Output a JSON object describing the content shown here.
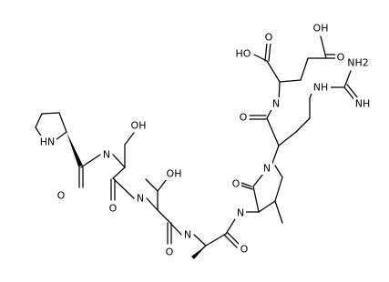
{
  "structure": {
    "atom_labels": {
      "pyrrolidine_nh": "HN",
      "pro_carbonyl_o": "O",
      "pro_ser_nh": "N",
      "ser_side_oh": "OH",
      "ser_carbonyl_o": "O",
      "ser_thr_nh": "N",
      "thr_side_oh": "OH",
      "thr_carbonyl_o": "O",
      "thr_ala_nh": "N",
      "ala_carbonyl_o": "O",
      "ala_ile_nh": "N",
      "ile_carbonyl_o": "O",
      "ile_arg_nh": "N",
      "arg_carbonyl_o": "O",
      "arg_glu_nh": "N",
      "glu_alpha_cooh_oh": "HO",
      "glu_alpha_cooh_o": "O",
      "glu_side_cooh_oh": "OH",
      "glu_side_cooh_o": "O",
      "guanidine_nh": "NH",
      "guanidine_nh2": "NH2"
    }
  }
}
